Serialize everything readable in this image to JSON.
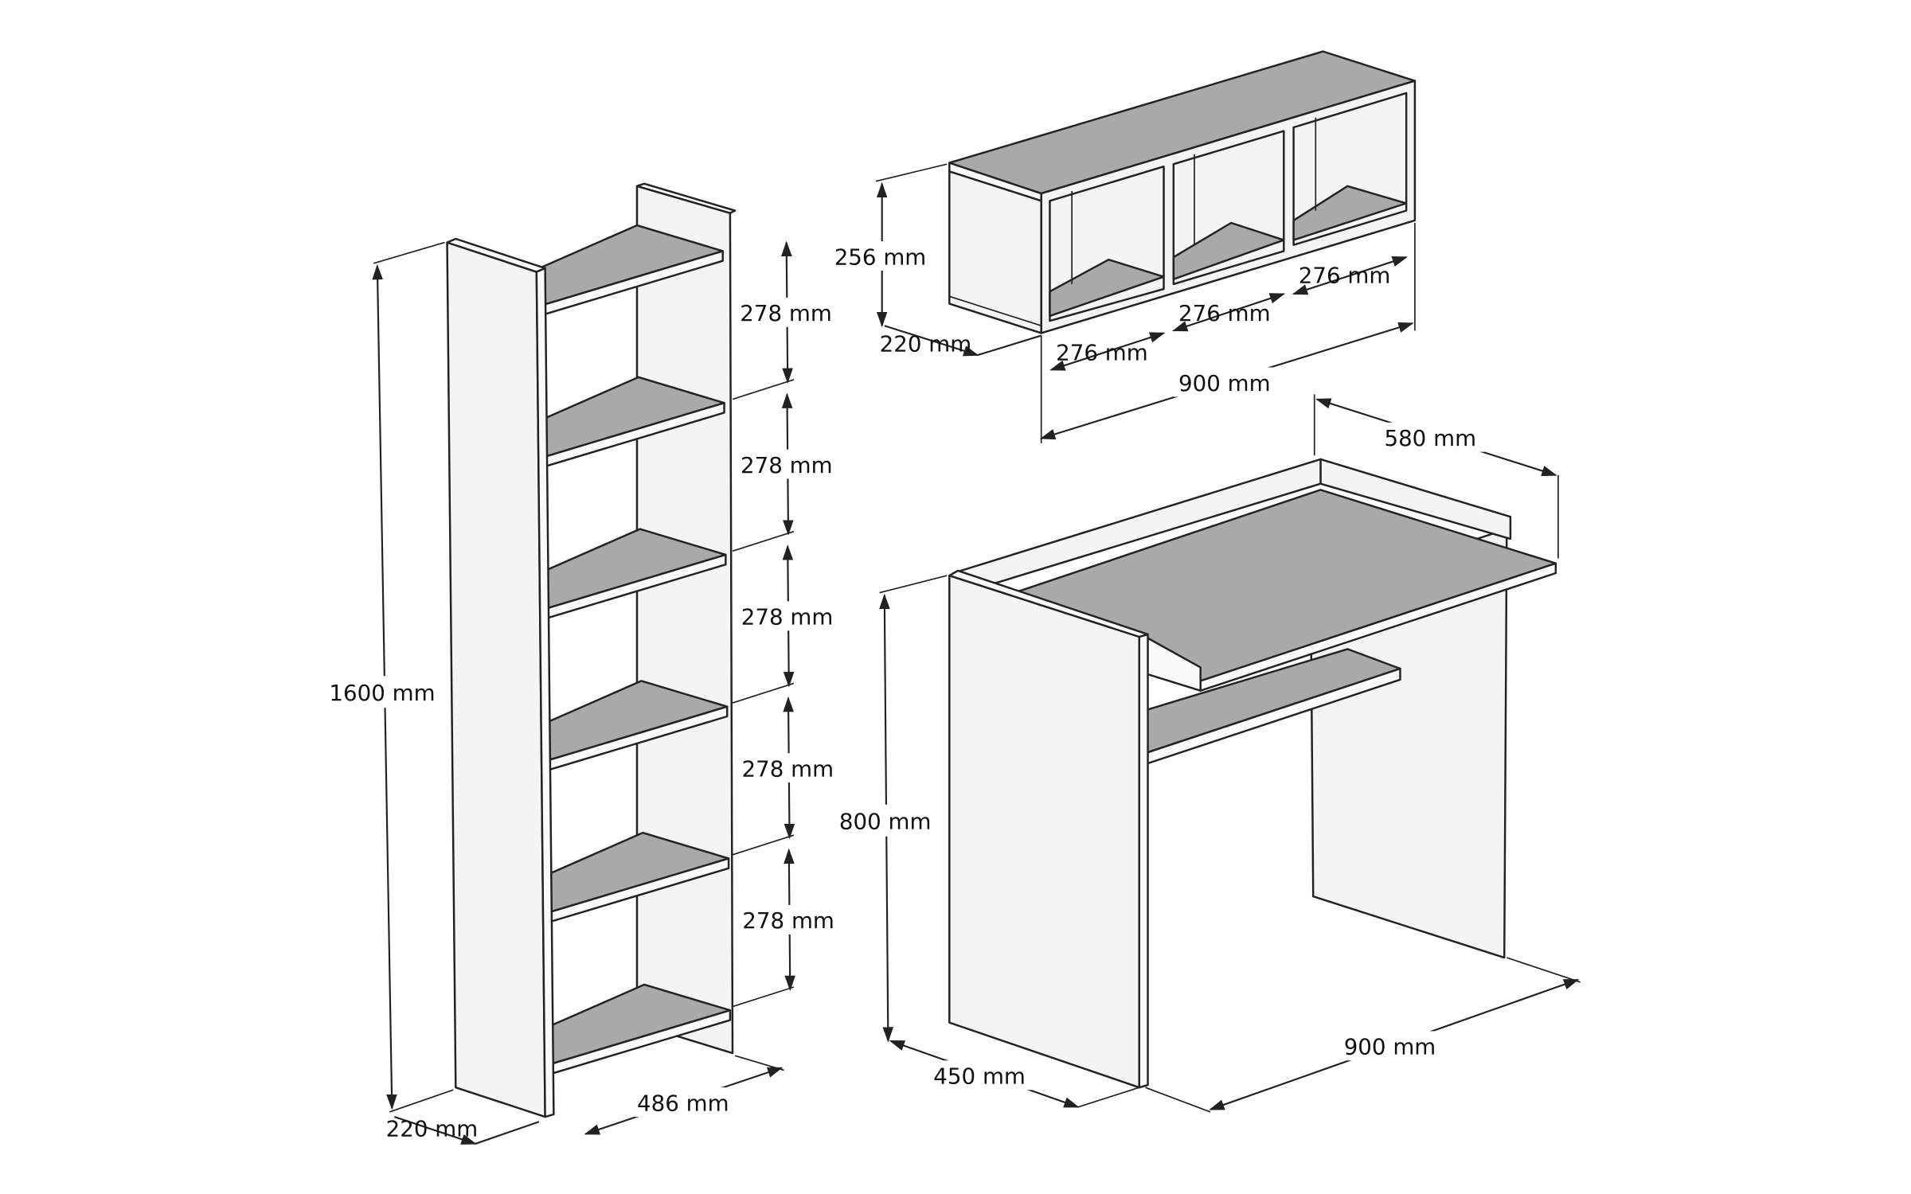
{
  "bookcase": {
    "height": "1600 mm",
    "depth": "220 mm",
    "width": "486 mm",
    "shelf_spacing": [
      "278 mm",
      "278 mm",
      "278 mm",
      "278 mm",
      "278 mm"
    ]
  },
  "wall_shelf": {
    "height": "256 mm",
    "depth": "220 mm",
    "width": "900 mm",
    "compartments": [
      "276 mm",
      "276 mm",
      "276 mm"
    ]
  },
  "desk": {
    "height": "800 mm",
    "depth": "450 mm",
    "width": "900 mm",
    "upper_depth": "580 mm"
  },
  "colors": {
    "shelf": "#a9a9a9",
    "panel": "#f4f4f4",
    "line": "#222222"
  }
}
